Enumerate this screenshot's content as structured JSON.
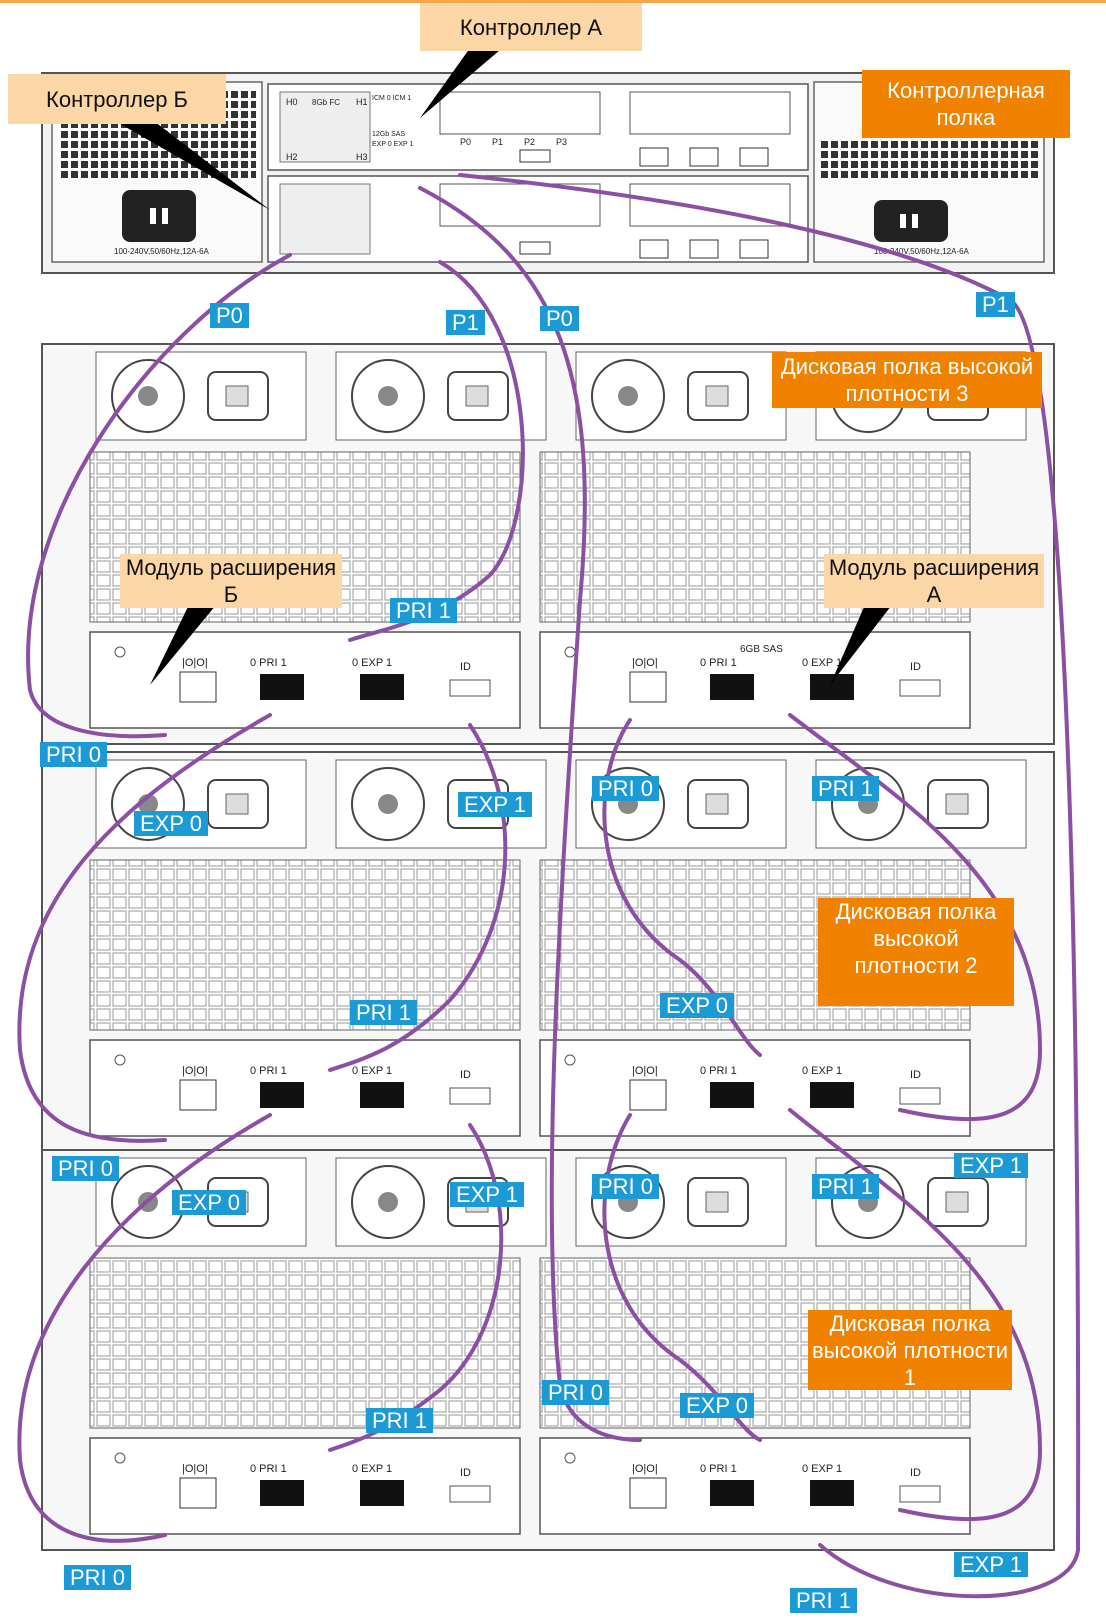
{
  "callouts": {
    "controller_a": "Контроллер А",
    "controller_b": "Контроллер Б",
    "controller_shelf": "Контроллерная полка",
    "shelf3": "Дисковая полка высокой плотности 3",
    "expansion_b": "Модуль расширения Б",
    "expansion_a": "Модуль расширения А",
    "shelf2": "Дисковая полка высокой плотности 2",
    "shelf1": "Дисковая полка высокой плотности 1"
  },
  "ports": {
    "ctrl_p0_left": "P0",
    "ctrl_p1_left": "P1",
    "ctrl_p0_right": "P0",
    "ctrl_p1_right": "P1",
    "s3_pri0_b": "PRI 0",
    "s3_pri1_b": "PRI 1",
    "s3_exp0_b": "EXP 0",
    "s3_exp1_b": "EXP 1",
    "s3_pri0_a": "PRI 0",
    "s3_pri1_a": "PRI 1",
    "s2_pri1_b": "PRI 1",
    "s2_exp0_a": "EXP 0",
    "s2_pri0_b": "PRI 0",
    "s2_exp1_a": "EXP 1",
    "s1_exp0_b": "EXP 0",
    "s1_exp1_b": "EXP 1",
    "s1_pri0_a_top": "PRI 0",
    "s1_pri1_a_top": "PRI 1",
    "s1_pri0_a": "PRI 0",
    "s1_exp0_a": "EXP 0",
    "s1_pri1_b": "PRI 1",
    "s1_pri0_b": "PRI 0",
    "s1_exp1_a": "EXP 1",
    "s1_pri1_a": "PRI 1"
  },
  "hardware_labels": {
    "h0": "H0",
    "h1": "H1",
    "h2": "H2",
    "h3": "H3",
    "fc": "8Gb FC",
    "icm": "ICM 0  ICM 1",
    "sas": "12Gb SAS",
    "exp": "EXP 0   EXP 1",
    "p0": "P0",
    "p1": "P1",
    "p2": "P2",
    "p3": "P3",
    "psu_rating": "100-240V,50/60Hz,12A-6A",
    "pri": "0 PRI 1",
    "expn": "0 EXP 1",
    "id": "ID",
    "sas6": "6GB SAS",
    "ioio": "|O|O|"
  },
  "colors": {
    "cable": "#8b4fa3",
    "port_label": "#1b9ad6",
    "callout_light": "#fbd6a6",
    "callout_dark": "#f08200",
    "chassis_line": "#555555",
    "plug_blue": "#4d8fd6"
  }
}
